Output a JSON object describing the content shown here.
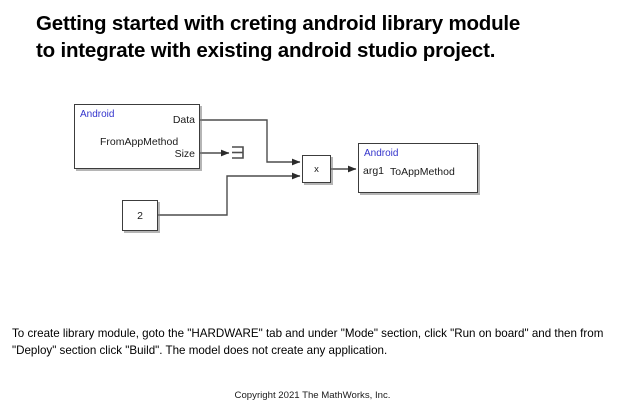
{
  "page": {
    "title": "Getting started with creting android library module\nto integrate with existing android studio project.",
    "description": "To create library module, goto the \"HARDWARE\" tab and under \"Mode\" section, click \"Run on board\" and then from \"Deploy\" section click \"Build\". The model does not create any application.",
    "copyright": "Copyright 2021 The MathWorks, Inc.",
    "background_color": "#ffffff"
  },
  "theme": {
    "block_border": "#3c3c3c",
    "block_fill": "#ffffff",
    "header_text": "#3333cc",
    "wire_color": "#4d4d4d",
    "text_color": "#000000"
  },
  "diagram": {
    "blocks": [
      {
        "id": "from-app-method",
        "header": "Android",
        "label": "FromAppMethod",
        "ports": {
          "out1": "Data",
          "out2": "Size"
        }
      },
      {
        "id": "to-app-method",
        "header": "Android",
        "label": "ToAppMethod",
        "ports": {
          "in1": "arg1"
        }
      },
      {
        "id": "constant",
        "value": "2"
      },
      {
        "id": "product",
        "value": "x"
      },
      {
        "id": "terminator",
        "icon": "terminator-icon"
      }
    ]
  }
}
